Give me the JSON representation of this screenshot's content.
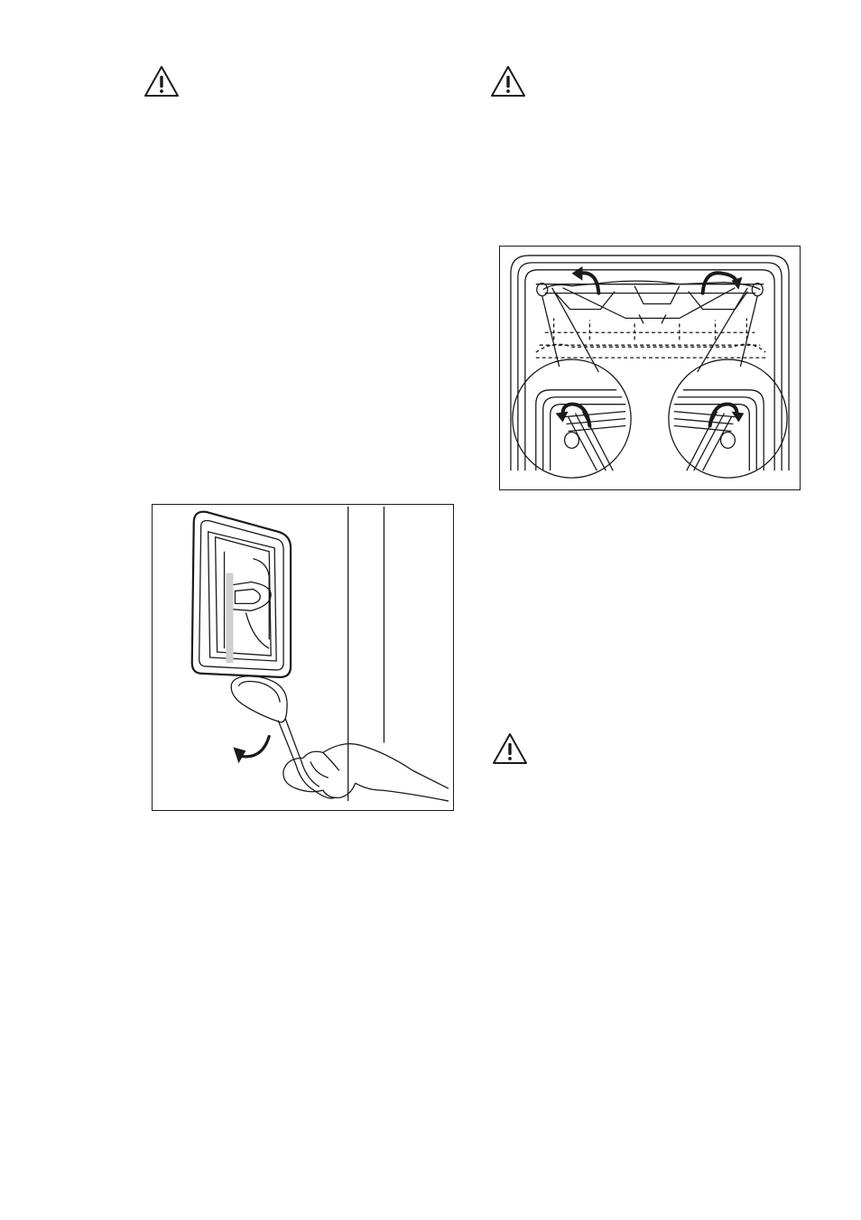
{
  "page": {
    "warnings": [
      {
        "icon": "warning-triangle-icon"
      },
      {
        "icon": "warning-triangle-icon"
      },
      {
        "icon": "warning-triangle-icon"
      }
    ],
    "figures": [
      {
        "name": "shelf-support-removal-figure",
        "icon": "oven-shelf-supports-illustration"
      },
      {
        "name": "lamp-cover-removal-figure",
        "icon": "spoon-lamp-cover-illustration"
      }
    ]
  }
}
